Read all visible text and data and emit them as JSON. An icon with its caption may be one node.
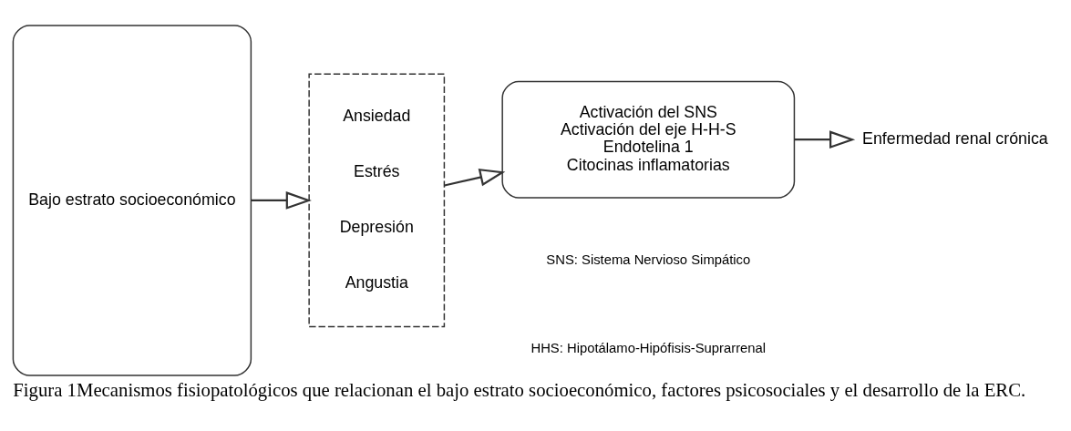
{
  "diagram": {
    "caption": "Figura 1Mecanismos fisiopatológicos que relacionan el bajo estrato socioeconómico, factores psicosociales y el desarrollo de la ERC.",
    "nodes": [
      {
        "text": [
          "Bajo estrato socioeconómico"
        ]
      },
      {
        "text": [
          "Ansiedad",
          "Estrés",
          "Depresión",
          "Angustia"
        ]
      },
      {
        "text": [
          "Activación del SNS",
          "Activación del eje H-H-S",
          "Endotelina 1",
          "Citocinas inflamatorias"
        ]
      },
      {
        "text": [
          "Enfermedad renal crónica"
        ]
      }
    ],
    "edges": [
      {
        "from": 0,
        "to": 1,
        "arrow": "to"
      },
      {
        "from": 1,
        "to": 2,
        "arrow": "to"
      },
      {
        "from": 2,
        "to": 3,
        "arrow": "to"
      }
    ],
    "labels": [
      "SNS: Sistema Nervioso Simpático",
      "HHS: Hipotálamo-Hipófisis-Suprarrenal"
    ]
  }
}
